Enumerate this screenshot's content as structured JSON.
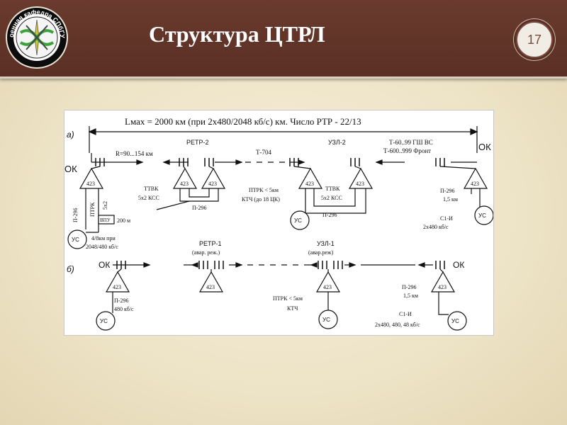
{
  "slide": {
    "title": "Структура ЦТРЛ",
    "page_number": "17",
    "logo_text": "Военная кафедра СПбГУТ",
    "header_color": "#5e3327"
  },
  "diagram": {
    "header": "Lмах = 2000 км (при 2х480/2048 кб/с) км. Число РТР - 22/13",
    "a": {
      "label": "а)",
      "ok_left": "ОК",
      "ok_right": "ОК",
      "r_range": "R=90...154 км",
      "retr2": "РЕТР-2",
      "t704": "Т-704",
      "uzl2": "УЗЛ-2",
      "t60": "Т-60..99 ГШ ВС",
      "t600": "Т-600..999 Фронт",
      "station": "423",
      "p296_left": "П-296",
      "ptrk_left": "ПТРК",
      "x52": "5х2",
      "vpu": "ВПУ",
      "m200": "200 м",
      "us": "УС",
      "km48": "4/8км при",
      "rate_left": "2048/480 кб/с",
      "ttvk_1": "ТТВК",
      "kss_1": "5х2 КСС",
      "p296_retr": "П-296",
      "ptrk_mid": "ПТРК < 5км",
      "ktch_mid": "КТЧ  (до 18 ЦК)",
      "ttvk_2": "ТТВК",
      "kss_2": "5х2 КСС",
      "p296_uzl": "П-296",
      "p296_right": "П-296",
      "km15_right": "1,5 км",
      "c1i": "С1-И",
      "rate_right": "2х480 кб/с"
    },
    "b": {
      "label": "б)",
      "ok_left": "ОК",
      "ok_right": "ОК",
      "retr1": "РЕТР-1",
      "retr1_sub": "(авар. реж.)",
      "uzl1": "УЗЛ-1",
      "uzl1_sub": "(авар.реж)",
      "station": "423",
      "p296_left": "П-296",
      "rate_left": "480 кб/с",
      "ptrk": "ПТРК < 5км",
      "ktch": "КТЧ",
      "p296_right": "П-296",
      "km15": "1,5 км",
      "c1i": "С1-И",
      "rate_right": "2х480,  480, 48 кб/с",
      "us": "УС"
    }
  }
}
